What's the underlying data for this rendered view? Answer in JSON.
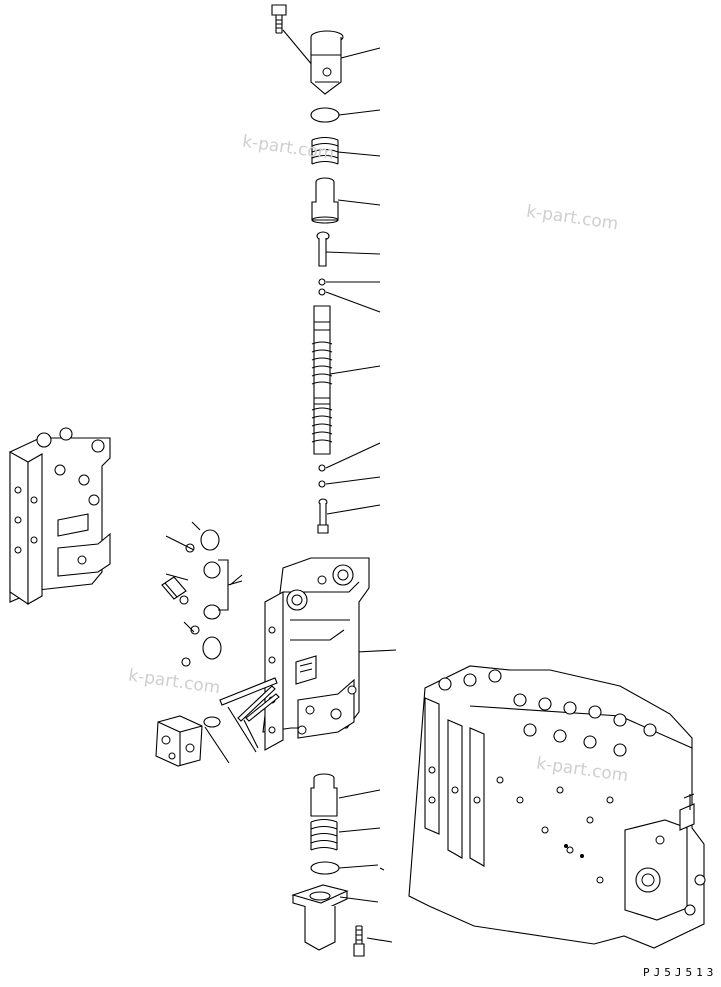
{
  "watermarks": [
    "k-part.com",
    "k-part.com",
    "k-part.com",
    "k-part.com"
  ],
  "drawing_code": "PJ5J513"
}
